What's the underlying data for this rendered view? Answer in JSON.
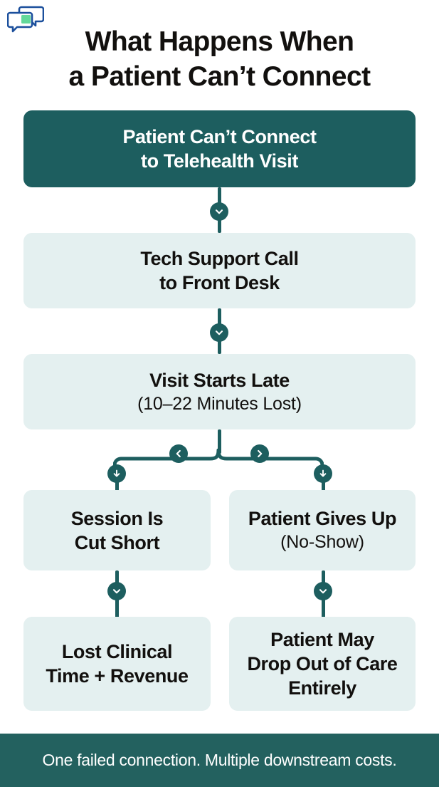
{
  "logo": {
    "name": "chat-bubbles-logo",
    "outline_color": "#1b4f9c",
    "accent_color": "#63d99a"
  },
  "header": {
    "title_line_1": "What Happens When",
    "title_line_2": "a Patient Can’t Connect",
    "title_color": "#12100e"
  },
  "theme": {
    "dark_teal": "#1d5e5f",
    "light_teal": "#e4f0f0",
    "footer_teal": "#23615f",
    "white": "#ffffff"
  },
  "flow": {
    "nodes": [
      {
        "id": "node-1",
        "name": "flow-node-patient-cant-connect",
        "style": "dark",
        "headline_line_1": "Patient Can’t Connect",
        "headline_line_2": "to Telehealth Visit",
        "sub": ""
      },
      {
        "id": "node-2",
        "name": "flow-node-tech-support-call",
        "style": "light",
        "headline_line_1": "Tech Support Call",
        "headline_line_2": "to Front Desk",
        "sub": ""
      },
      {
        "id": "node-3",
        "name": "flow-node-visit-starts-late",
        "style": "light",
        "headline_line_1": "Visit Starts Late",
        "headline_line_2": "",
        "sub": "(10–22 Minutes Lost)"
      },
      {
        "id": "node-4",
        "name": "flow-node-session-cut-short",
        "style": "light",
        "headline_line_1": "Session Is",
        "headline_line_2": "Cut Short",
        "sub": ""
      },
      {
        "id": "node-5",
        "name": "flow-node-patient-gives-up",
        "style": "light",
        "headline_line_1": "Patient Gives Up",
        "headline_line_2": "",
        "sub": "(No-Show)"
      },
      {
        "id": "node-6",
        "name": "flow-node-lost-clinical-time-revenue",
        "style": "light",
        "headline_line_1": "Lost Clinical",
        "headline_line_2": "Time + Revenue",
        "sub": ""
      },
      {
        "id": "node-7",
        "name": "flow-node-patient-may-drop-out",
        "style": "light",
        "headline_line_1": "Patient May",
        "headline_line_2": "Drop Out of Care",
        "headline_line_3": "Entirely",
        "sub": ""
      }
    ],
    "connector_icons": [
      {
        "id": "badge-1",
        "name": "chevron-down-icon"
      },
      {
        "id": "badge-2",
        "name": "chevron-down-icon"
      },
      {
        "id": "badge-3",
        "name": "chevron-left-icon"
      },
      {
        "id": "badge-4",
        "name": "chevron-right-icon"
      },
      {
        "id": "badge-5",
        "name": "arrow-down-icon"
      },
      {
        "id": "badge-6",
        "name": "arrow-down-icon"
      },
      {
        "id": "badge-7",
        "name": "chevron-down-icon"
      },
      {
        "id": "badge-8",
        "name": "chevron-down-icon"
      }
    ]
  },
  "footer": {
    "text": "One failed connection. Multiple downstream costs."
  }
}
